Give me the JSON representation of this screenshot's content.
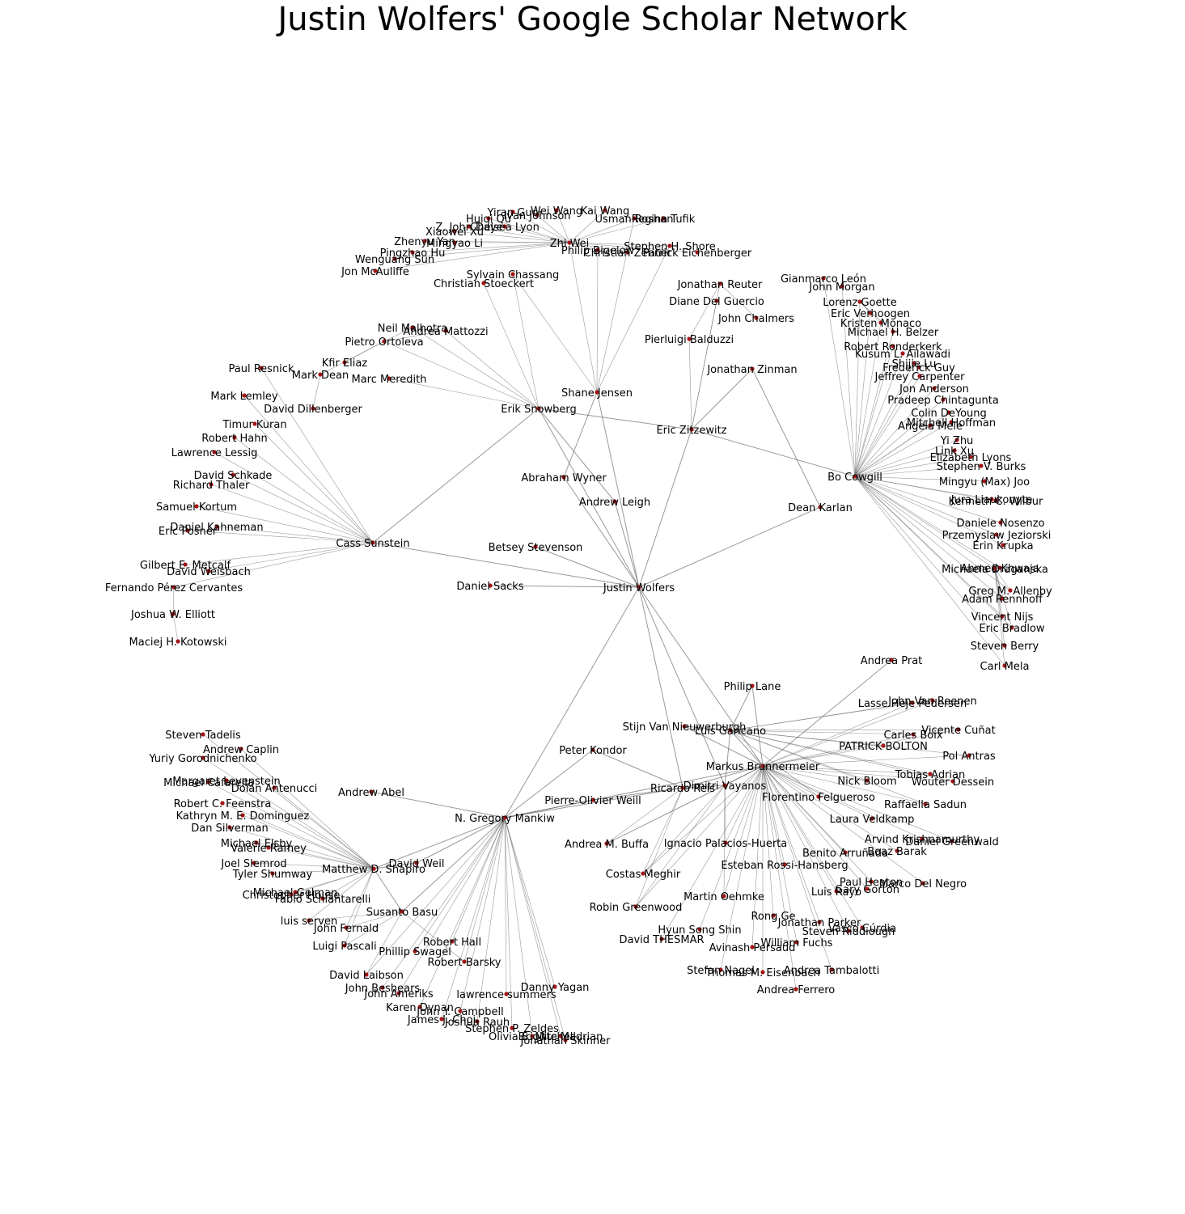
{
  "title": "Justin Wolfers' Google Scholar Network",
  "nodes": [
    "Justin Wolfers",
    "Betsey Stevenson",
    "Daniel Sacks",
    "Andrew Leigh",
    "Abraham Wyner",
    "Shane Jensen",
    "Erik Snowberg",
    "Eric Zitzewitz",
    "Jonathan Zinman",
    "Dean Karlan",
    "Bo Cowgill",
    "Cass Sunstein",
    "N. Gregory Mankiw",
    "Ricardo Reis",
    "Peter Kondor",
    "Pierre-Olivier Weill",
    "Andrew Abel",
    "Matthew D. Shapiro",
    "Susanto Basu",
    "David Weil",
    "Markus Brunnermeier",
    "Luis Garicano",
    "Philip Lane",
    "Andrea Prat",
    "Stijn Van Nieuwerburgh",
    "Dimitri Vayanos",
    "Zhi Wei",
    "Wei Wang",
    "Kai Wang",
    "Yiran Guo",
    "Huiqi Qu",
    "Ivan Johnson",
    "Usman Roshan",
    "Regina Tufik",
    "Z. John Daye",
    "Chelsea Lyon",
    "Xiaowei Xu",
    "Zhenyu Yan",
    "Mingyao Li",
    "Pingzhao Hu",
    "Wenguang Sun",
    "Jon McAuliffe",
    "Philip Bigelow",
    "Christian Zenner",
    "Stephen H. Shore",
    "Patrick Eichenberger",
    "Sylvain Chassang",
    "Christian Stoeckert",
    "Jonathan Reuter",
    "Diane Del Guercio",
    "John Chalmers",
    "Pierluigi Balduzzi",
    "Neil Malhotra",
    "Andrea Mattozzi",
    "Pietro Ortoleva",
    "Kfir Eliaz",
    "Mark Dean",
    "Marc Meredith",
    "David Dillenberger",
    "Paul Resnick",
    "Mark Lemley",
    "Timur Kuran",
    "Robert Hahn",
    "Lawrence Lessig",
    "David Schkade",
    "Richard Thaler",
    "Samuel Kortum",
    "Daniel Kahneman",
    "Eric Posner",
    "Gilbert E. Metcalf",
    "David Weisbach",
    "Fernando Pérez Cervantes",
    "Joshua W. Elliott",
    "Maciej H. Kotowski",
    "Gianmarco León",
    "John Morgan",
    "Lorenz Goette",
    "Eric Verhoogen",
    "Kristen Monaco",
    "Michael H. Belzer",
    "Robert Ronderkerk",
    "Kusum L. Ailawadi",
    "Shijie Lu",
    "Frederick Guy",
    "Jeffrey Carpenter",
    "Jon Anderson",
    "Pradeep Chintagunta",
    "Colin DeYoung",
    "Mitchell Hoffman",
    "Angela Mele",
    "Yi Zhu",
    "Link Xu",
    "Elizabeth Lyons",
    "Stephen V. Burks",
    "Mingyu (Max) Joo",
    "Jura Liaukonyte",
    "Kenneth C. Wilbur",
    "Daniele Nosenzo",
    "Przemyslaw Jeziorski",
    "Erin Krupka",
    "Ahmed Khwaja",
    "Michaela Draganska",
    "Greg M. Allenby",
    "Adam Rennhoff",
    "Vincent Nijs",
    "Eric Bradlow",
    "Steven Berry",
    "Carl Mela",
    "Steven Tadelis",
    "Andrew Caplin",
    "Yuriy Gorodnichenko",
    "Margaret Levenstein",
    "Michael Cafarella",
    "Dolan Antenucci",
    "Robert C. Feenstra",
    "Kathryn M. E. Dominguez",
    "Dan Silverman",
    "Michael Elsby",
    "Valerie Ramey",
    "Joel Slemrod",
    "Tyler Shumway",
    "Michael Gelman",
    "Christopher House",
    "Fabio Schiantarelli",
    "luis serven",
    "John Fernald",
    "Luigi Pascali",
    "Robert Hall",
    "Phillip Swagel",
    "Robert Barsky",
    "David Laibson",
    "John Beshears",
    "John Ameriks",
    "Karen Dynan",
    "John Y. Campbell",
    "James J. Choi",
    "Joshua Rauh",
    "lawrence summers",
    "Danny Yagan",
    "Stephen P. Zeldes",
    "Olivia S. Mitchell",
    "Brigitte Madrian",
    "Jonathan Skinner",
    "Lasse Heje Pedersen",
    "John Van Reenen",
    "Vicente Cuñat",
    "Carles Boix",
    "PATRICK BOLTON",
    "Pol Antras",
    "Tobias Adrian",
    "Nick Bloom",
    "Wouter Dessein",
    "Florentino Felgueroso",
    "Raffaella Sadun",
    "Laura Veldkamp",
    "Arvind Krishnamurthy",
    "Daniel Greenwald",
    "Benito Arruñada",
    "Boaz Barak",
    "Esteban Rossi-Hansberg",
    "Ignacio Palacios-Huerta",
    "Andrea M. Buffa",
    "Costas Meghir",
    "Robin Greenwood",
    "Martin Oehmke",
    "Paul Heaton",
    "Marco Del Negro",
    "Luis Rayo",
    "Gary Gorton",
    "Rong Ge",
    "Jonathan Parker",
    "Hyun Song Shin",
    "Steven Riddiough",
    "Vasco Cúrdia",
    "David THESMAR",
    "William Fuchs",
    "Avinash Persaud",
    "Stefan Nagel",
    "Thomas M. Eisenbach",
    "Andrea Tambalotti",
    "Andrea Ferrero"
  ]
}
